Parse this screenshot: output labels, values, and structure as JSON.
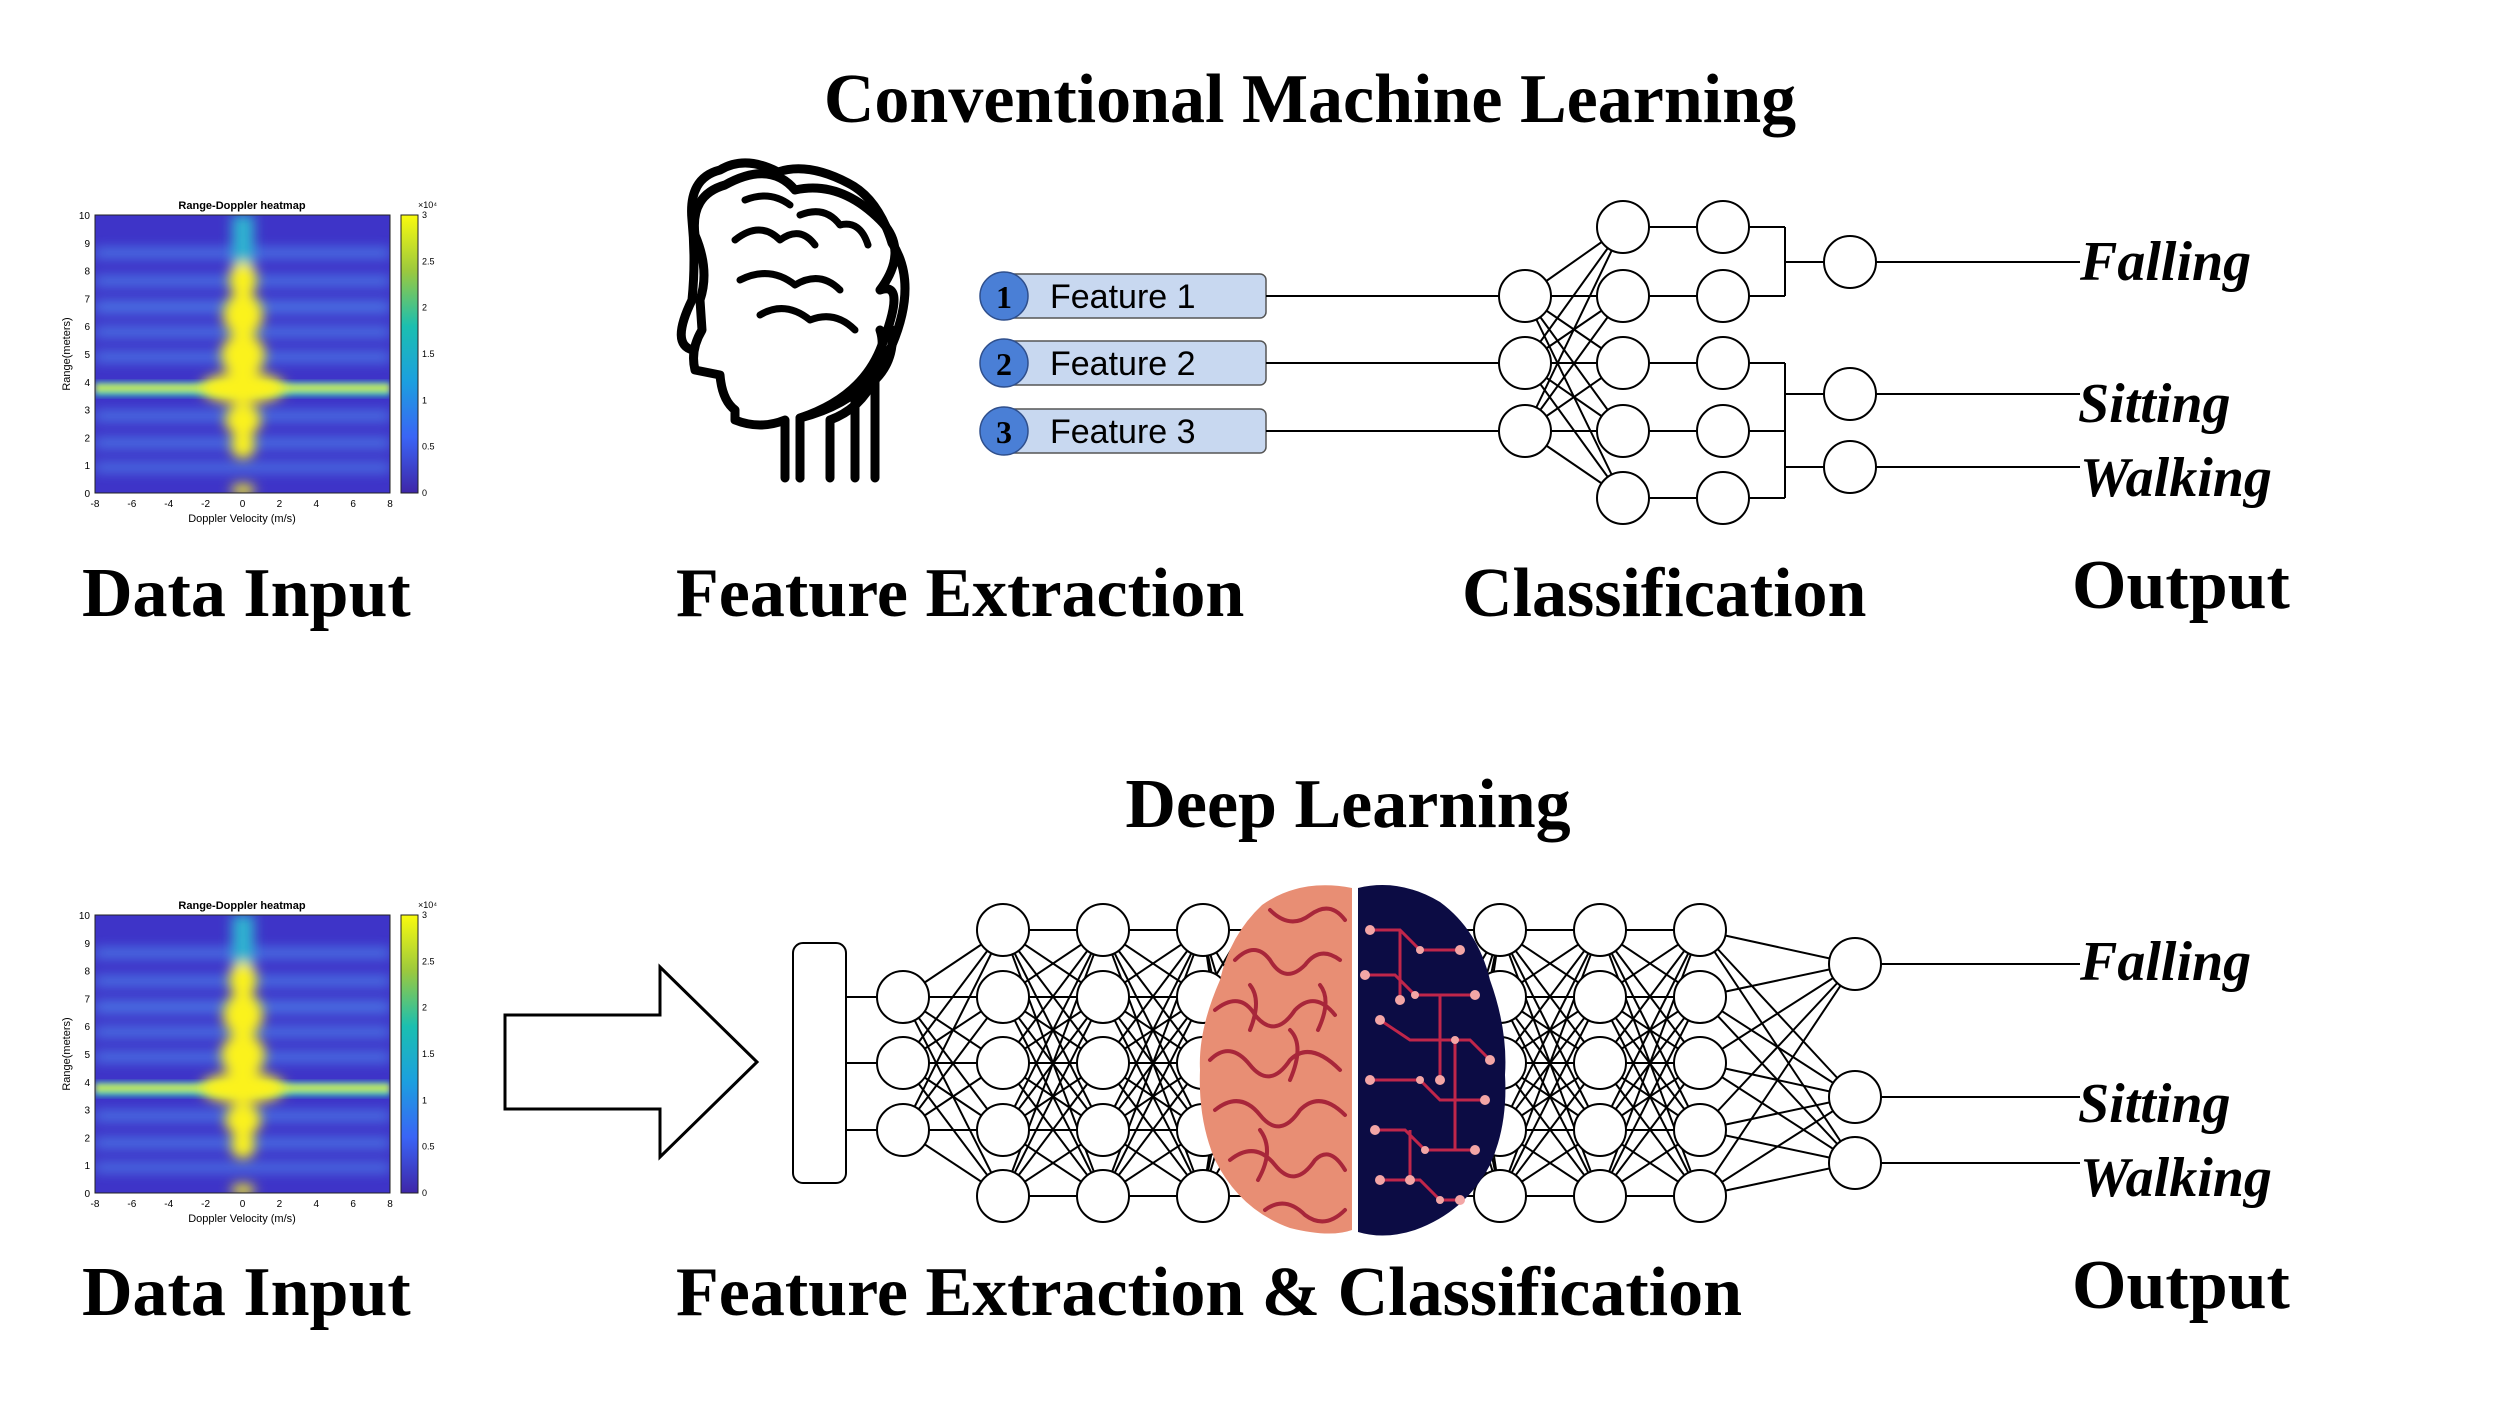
{
  "conventional": {
    "title": "Conventional Machine Learning",
    "heatmap": {
      "title": "Range-Doppler heatmap",
      "xlabel": "Doppler Velocity (m/s)",
      "ylabel": "Range(meters)",
      "x_ticks": [
        "-8",
        "-6",
        "-4",
        "-2",
        "0",
        "2",
        "4",
        "6",
        "8"
      ],
      "y_ticks": [
        "0",
        "1",
        "2",
        "3",
        "4",
        "5",
        "6",
        "7",
        "8",
        "9",
        "10"
      ],
      "colorbar_ticks": [
        "0",
        "0.5",
        "1",
        "1.5",
        "2",
        "2.5",
        "3"
      ],
      "colorbar_exponent": "×10⁴"
    },
    "features": [
      {
        "num": "1",
        "label": "Feature 1"
      },
      {
        "num": "2",
        "label": "Feature 2"
      },
      {
        "num": "3",
        "label": "Feature 3"
      }
    ],
    "outputs": [
      "Falling",
      "Sitting",
      "Walking"
    ],
    "stage_labels": {
      "data_input": "Data Input",
      "feature_extraction": "Feature Extraction",
      "classification": "Classification",
      "output": "Output"
    }
  },
  "deep": {
    "title": "Deep Learning",
    "heatmap": {
      "title": "Range-Doppler heatmap",
      "xlabel": "Doppler Velocity (m/s)",
      "ylabel": "Range(meters)",
      "x_ticks": [
        "-8",
        "-6",
        "-4",
        "-2",
        "0",
        "2",
        "4",
        "6",
        "8"
      ],
      "y_ticks": [
        "0",
        "1",
        "2",
        "3",
        "4",
        "5",
        "6",
        "7",
        "8",
        "9",
        "10"
      ],
      "colorbar_ticks": [
        "0",
        "0.5",
        "1",
        "1.5",
        "2",
        "2.5",
        "3"
      ],
      "colorbar_exponent": "×10⁴"
    },
    "outputs": [
      "Falling",
      "Sitting",
      "Walking"
    ],
    "stage_labels": {
      "data_input": "Data Input",
      "feature_extraction_classification": "Feature Extraction & Classification",
      "output": "Output"
    }
  },
  "colors": {
    "feature_pill": "#c8d8f0",
    "feature_badge": "#4a7fd6",
    "brain_organic": "#e88e74",
    "brain_organic_lines": "#a8263a",
    "brain_digital": "#0c0c44",
    "brain_digital_lines": "#c0264a",
    "brain_digital_nodes": "#f3a6a6"
  }
}
